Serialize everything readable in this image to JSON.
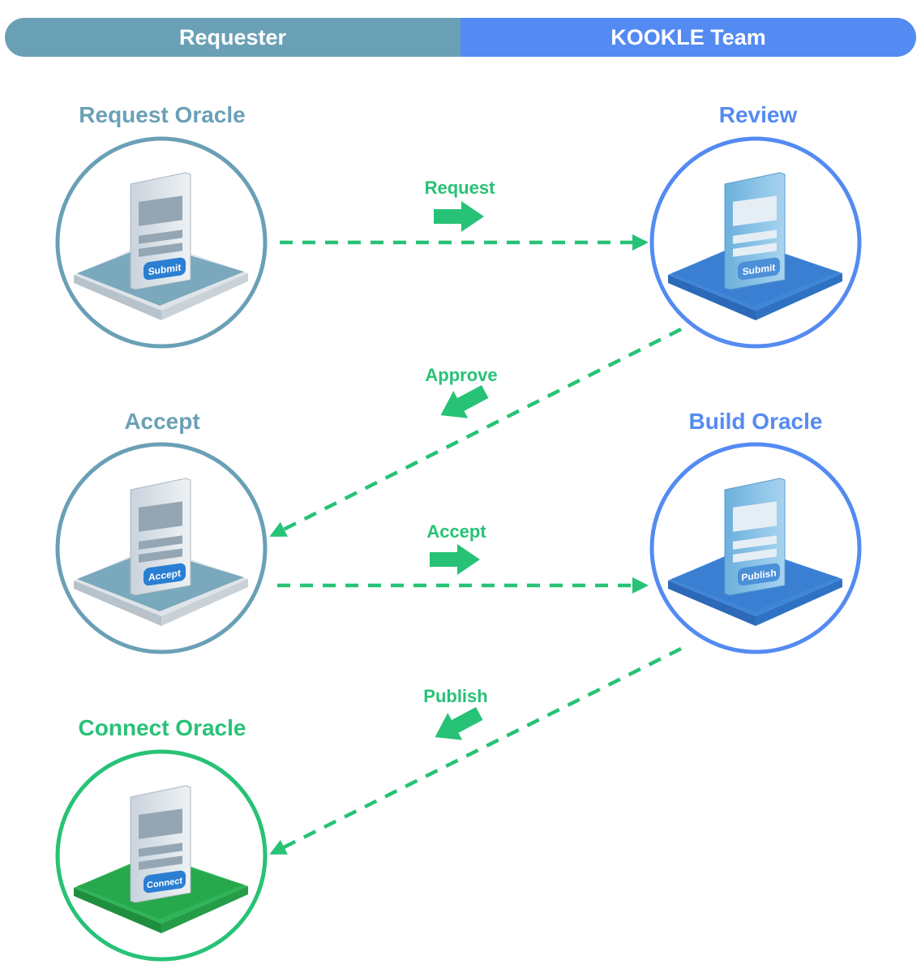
{
  "header": {
    "left_label": "Requester",
    "right_label": "KOOKLE Team"
  },
  "colors": {
    "requester": "#6aa0b6",
    "team": "#548bf2",
    "success": "#27c276"
  },
  "nodes": [
    {
      "id": "request-oracle",
      "title": "Request Oracle",
      "button": "Submit"
    },
    {
      "id": "review",
      "title": "Review",
      "button": "Submit"
    },
    {
      "id": "accept",
      "title": "Accept",
      "button": "Accept"
    },
    {
      "id": "build-oracle",
      "title": "Build Oracle",
      "button": "Publish"
    },
    {
      "id": "connect-oracle",
      "title": "Connect Oracle",
      "button": "Connect"
    }
  ],
  "edges": [
    {
      "label": "Request"
    },
    {
      "label": "Approve"
    },
    {
      "label": "Accept"
    },
    {
      "label": "Publish"
    }
  ]
}
